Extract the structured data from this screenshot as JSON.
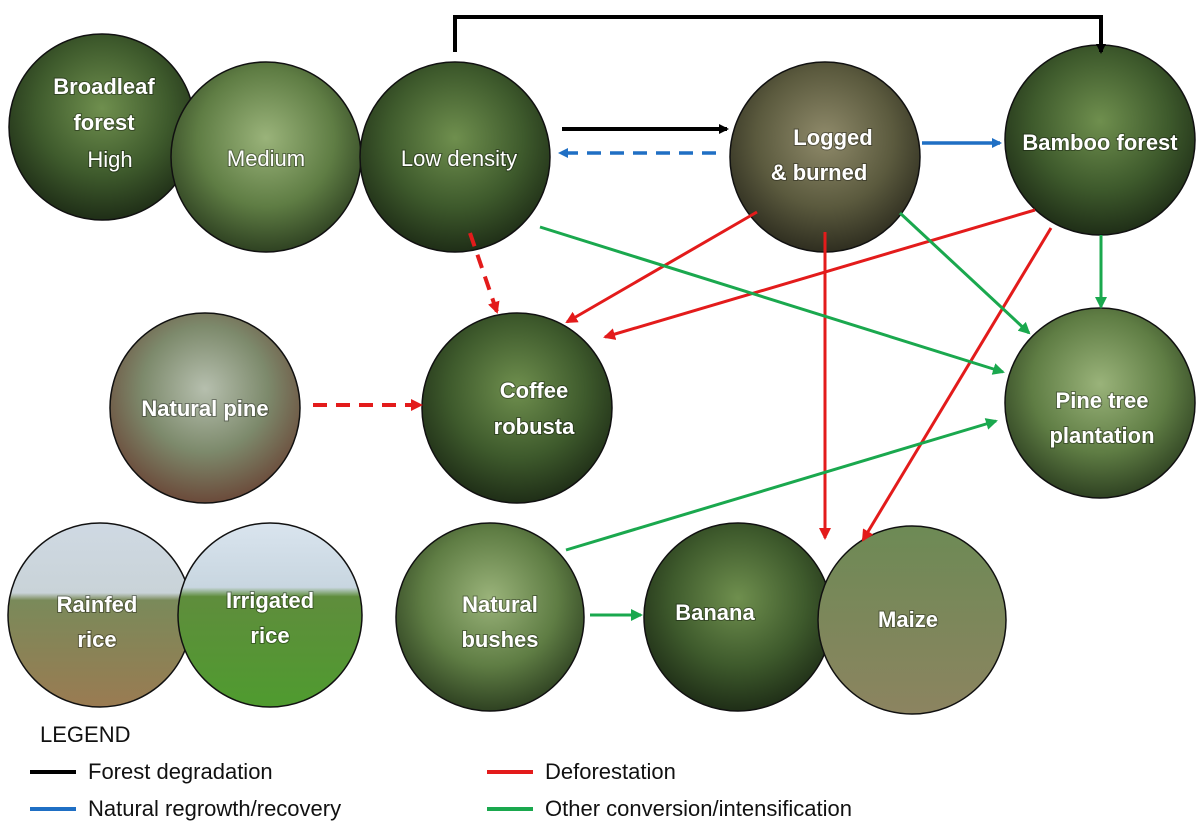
{
  "colors": {
    "forest_degradation": "#000000",
    "natural_regrowth": "#1f6fc4",
    "deforestation": "#e31b1b",
    "other_conversion": "#1aa84e"
  },
  "nodes": {
    "broadleaf": [
      "Broadleaf",
      "forest"
    ],
    "high": "High",
    "medium": "Medium",
    "low_density": "Low density",
    "logged": [
      "Logged",
      "& burned"
    ],
    "bamboo": "Bamboo forest",
    "natural_pine": "Natural pine",
    "coffee": [
      "Coffee",
      "robusta"
    ],
    "pine_plantation": [
      "Pine tree",
      "plantation"
    ],
    "rainfed": [
      "Rainfed",
      "rice"
    ],
    "irrigated": [
      "Irrigated",
      "rice"
    ],
    "bushes": [
      "Natural",
      "bushes"
    ],
    "banana": "Banana",
    "maize": "Maize"
  },
  "legend": {
    "title": "LEGEND",
    "items": [
      {
        "label": "Forest degradation",
        "color_key": "forest_degradation"
      },
      {
        "label": "Deforestation",
        "color_key": "deforestation"
      },
      {
        "label": "Natural regrowth/recovery",
        "color_key": "natural_regrowth"
      },
      {
        "label": "Other conversion/intensification",
        "color_key": "other_conversion"
      }
    ]
  }
}
